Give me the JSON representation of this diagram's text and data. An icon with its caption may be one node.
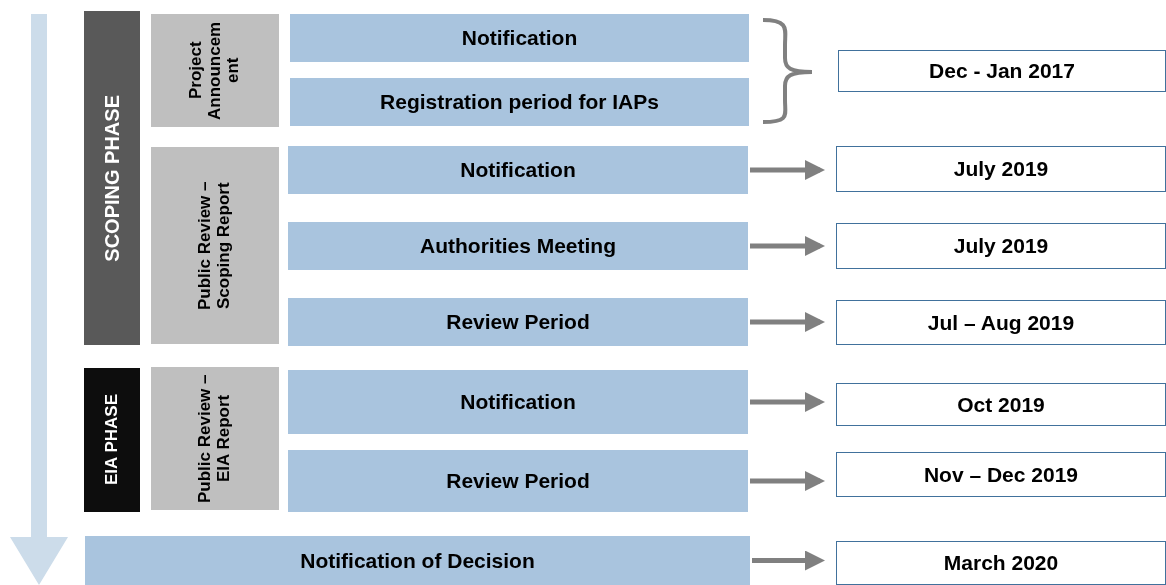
{
  "diagram": {
    "nodes": [
      {
        "text": [
          "SCOPING PHASE"
        ]
      },
      {
        "text": [
          "EIA PHASE"
        ]
      },
      {
        "text": [
          "Project Announcement"
        ]
      },
      {
        "text": [
          "Public Review – Scoping Report"
        ]
      },
      {
        "text": [
          "Public Review – EIA Report"
        ]
      },
      {
        "text": [
          "Notification"
        ]
      },
      {
        "text": [
          "Registration period for IAPs"
        ]
      },
      {
        "text": [
          "Notification"
        ]
      },
      {
        "text": [
          "Authorities Meeting"
        ]
      },
      {
        "text": [
          "Review Period"
        ]
      },
      {
        "text": [
          "Notification"
        ]
      },
      {
        "text": [
          "Review Period"
        ]
      },
      {
        "text": [
          "Notification of Decision"
        ]
      },
      {
        "text": [
          "Dec - Jan 2017"
        ]
      },
      {
        "text": [
          "July 2019"
        ]
      },
      {
        "text": [
          "July 2019"
        ]
      },
      {
        "text": [
          "Jul – Aug 2019"
        ]
      },
      {
        "text": [
          "Oct 2019"
        ]
      },
      {
        "text": [
          "Nov – Dec 2019"
        ]
      },
      {
        "text": [
          "March 2020"
        ]
      }
    ],
    "edges": [
      {
        "from": 7,
        "to": 14,
        "arrow": "to"
      },
      {
        "from": 8,
        "to": 15,
        "arrow": "to"
      },
      {
        "from": 9,
        "to": 16,
        "arrow": "to"
      },
      {
        "from": 10,
        "to": 17,
        "arrow": "to"
      },
      {
        "from": 11,
        "to": 18,
        "arrow": "to"
      },
      {
        "from": 12,
        "to": 19,
        "arrow": "to"
      }
    ]
  }
}
